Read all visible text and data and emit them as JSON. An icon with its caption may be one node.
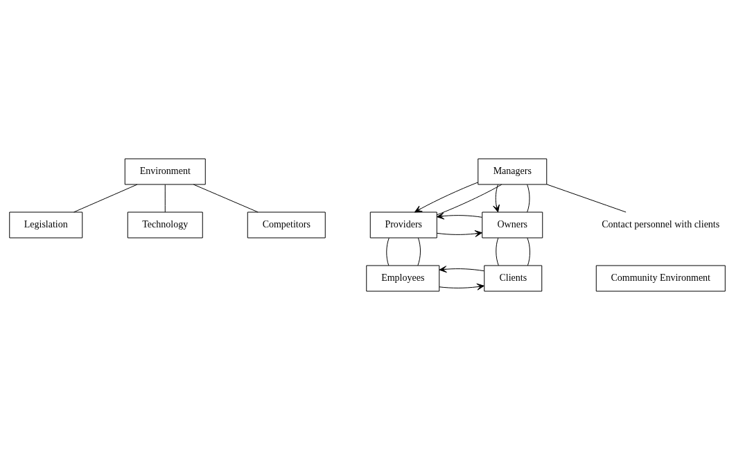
{
  "diagram": {
    "nodes": [
      {
        "text": [
          "Environment"
        ]
      },
      {
        "text": [
          "Legislation"
        ]
      },
      {
        "text": [
          "Technology"
        ]
      },
      {
        "text": [
          "Competitors"
        ]
      },
      {
        "text": [
          "Providers"
        ]
      },
      {
        "text": [
          "Owners"
        ]
      },
      {
        "text": [
          "Managers"
        ]
      },
      {
        "text": [
          "Employees"
        ]
      },
      {
        "text": [
          "Clients"
        ]
      },
      {
        "text": [
          "Contact personnel with clients"
        ]
      },
      {
        "text": [
          "Community Environment"
        ]
      }
    ],
    "edges": [
      {
        "from": 0,
        "to": 1,
        "arrow": "none"
      },
      {
        "from": 0,
        "to": 2,
        "arrow": "none"
      },
      {
        "from": 0,
        "to": 3,
        "arrow": "none"
      },
      {
        "from": 4,
        "to": 5,
        "arrow": "to"
      },
      {
        "from": 5,
        "to": 4,
        "arrow": "to"
      },
      {
        "from": 6,
        "to": 4,
        "arrow": "to"
      },
      {
        "from": 6,
        "to": 5,
        "arrow": "to"
      },
      {
        "from": 4,
        "to": 7,
        "arrow": "none"
      },
      {
        "from": 4,
        "to": 7,
        "arrow": "none"
      },
      {
        "from": 5,
        "to": 8,
        "arrow": "none"
      },
      {
        "from": 5,
        "to": 8,
        "arrow": "none"
      },
      {
        "from": 6,
        "to": 4,
        "arrow": "none"
      },
      {
        "from": 6,
        "to": 5,
        "arrow": "none"
      },
      {
        "from": 7,
        "to": 8,
        "arrow": "to"
      },
      {
        "from": 8,
        "to": 7,
        "arrow": "to"
      },
      {
        "from": 6,
        "to": 9,
        "arrow": "none"
      }
    ]
  }
}
